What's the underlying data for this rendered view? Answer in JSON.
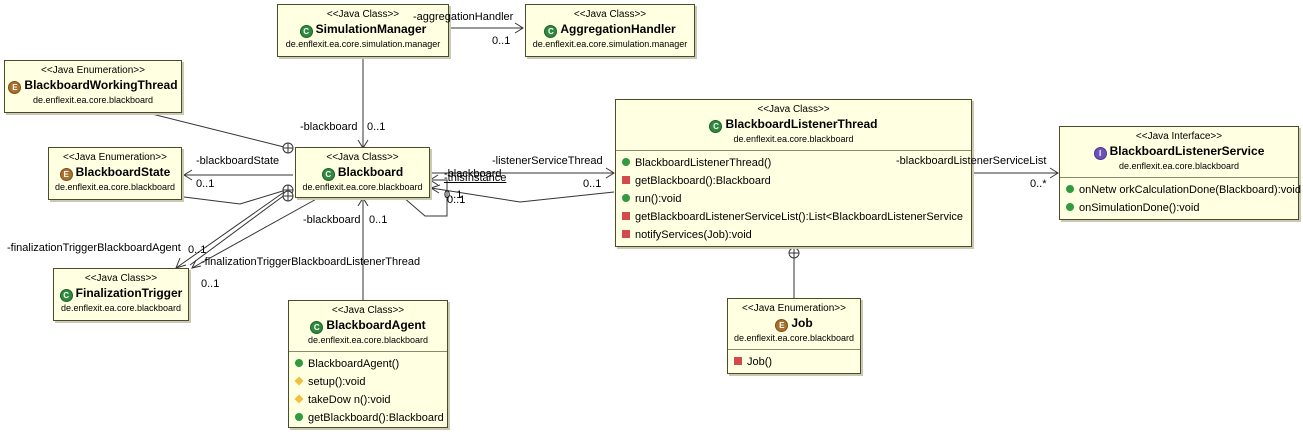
{
  "classes": {
    "simulation_manager": {
      "stereotype": "<<Java Class>>",
      "name": "SimulationManager",
      "package": "de.enflexit.ea.core.simulation.manager"
    },
    "aggregation_handler": {
      "stereotype": "<<Java Class>>",
      "name": "AggregationHandler",
      "package": "de.enflexit.ea.core.simulation.manager"
    },
    "blackboard_working_thread": {
      "stereotype": "<<Java Enumeration>>",
      "name": "BlackboardWorkingThread",
      "package": "de.enflexit.ea.core.blackboard"
    },
    "blackboard_state": {
      "stereotype": "<<Java Enumeration>>",
      "name": "BlackboardState",
      "package": "de.enflexit.ea.core.blackboard"
    },
    "blackboard": {
      "stereotype": "<<Java Class>>",
      "name": "Blackboard",
      "package": "de.enflexit.ea.core.blackboard"
    },
    "blackboard_listener_thread": {
      "stereotype": "<<Java Class>>",
      "name": "BlackboardListenerThread",
      "package": "de.enflexit.ea.core.blackboard",
      "operations": [
        "BlackboardListenerThread()",
        "getBlackboard():Blackboard",
        "run():void",
        "getBlackboardListenerServiceList():List<BlackboardListenerService",
        "notifyServices(Job):void"
      ]
    },
    "blackboard_listener_service": {
      "stereotype": "<<Java Interface>>",
      "name": "BlackboardListenerService",
      "package": "de.enflexit.ea.core.blackboard",
      "operations": [
        "onNetw orkCalculationDone(Blackboard):void",
        "onSimulationDone():void"
      ]
    },
    "finalization_trigger": {
      "stereotype": "<<Java Class>>",
      "name": "FinalizationTrigger",
      "package": "de.enflexit.ea.core.blackboard"
    },
    "blackboard_agent": {
      "stereotype": "<<Java Class>>",
      "name": "BlackboardAgent",
      "package": "de.enflexit.ea.core.blackboard",
      "operations": [
        "BlackboardAgent()",
        "setup():void",
        "takeDow n():void",
        "getBlackboard():Blackboard"
      ]
    },
    "job": {
      "stereotype": "<<Java Enumeration>>",
      "name": "Job",
      "package": "de.enflexit.ea.core.blackboard",
      "operations": [
        "Job()"
      ]
    }
  },
  "labels": {
    "aggregation_handler_role": "-aggregationHandler",
    "aggregation_mult": "0..1",
    "sm_blackboard_role": "-blackboard",
    "sm_blackboard_mult": "0..1",
    "state_role": "-blackboardState",
    "state_mult": "0..1",
    "listener_service_role": "-listenerServiceThread",
    "listener_service_mult": "0..1",
    "listener_blackboard_role": "-blackboard",
    "this_instance_role": "-thisInstance",
    "self_mult_1": "0..1",
    "self_mult_2": "0..1",
    "service_list_role": "-blackboardListenerServiceList",
    "service_list_mult": "0..*",
    "agent_blackboard_role": "-blackboard",
    "agent_blackboard_mult": "0..1",
    "ft_agent_role": "-finalizationTriggerBlackboardAgent",
    "ft_agent_mult": "0..1",
    "ft_thread_role": "-finalizationTriggerBlackboardListenerThread",
    "ft_thread_mult": "0..1"
  },
  "icons": {
    "class": "class-icon",
    "enumeration": "enum-icon",
    "interface": "interface-icon"
  },
  "colors": {
    "box_fill": "#ffffe1",
    "class_icon": "#2f8a3e",
    "enum_icon": "#a9712c",
    "interface_icon": "#6a52b8"
  }
}
